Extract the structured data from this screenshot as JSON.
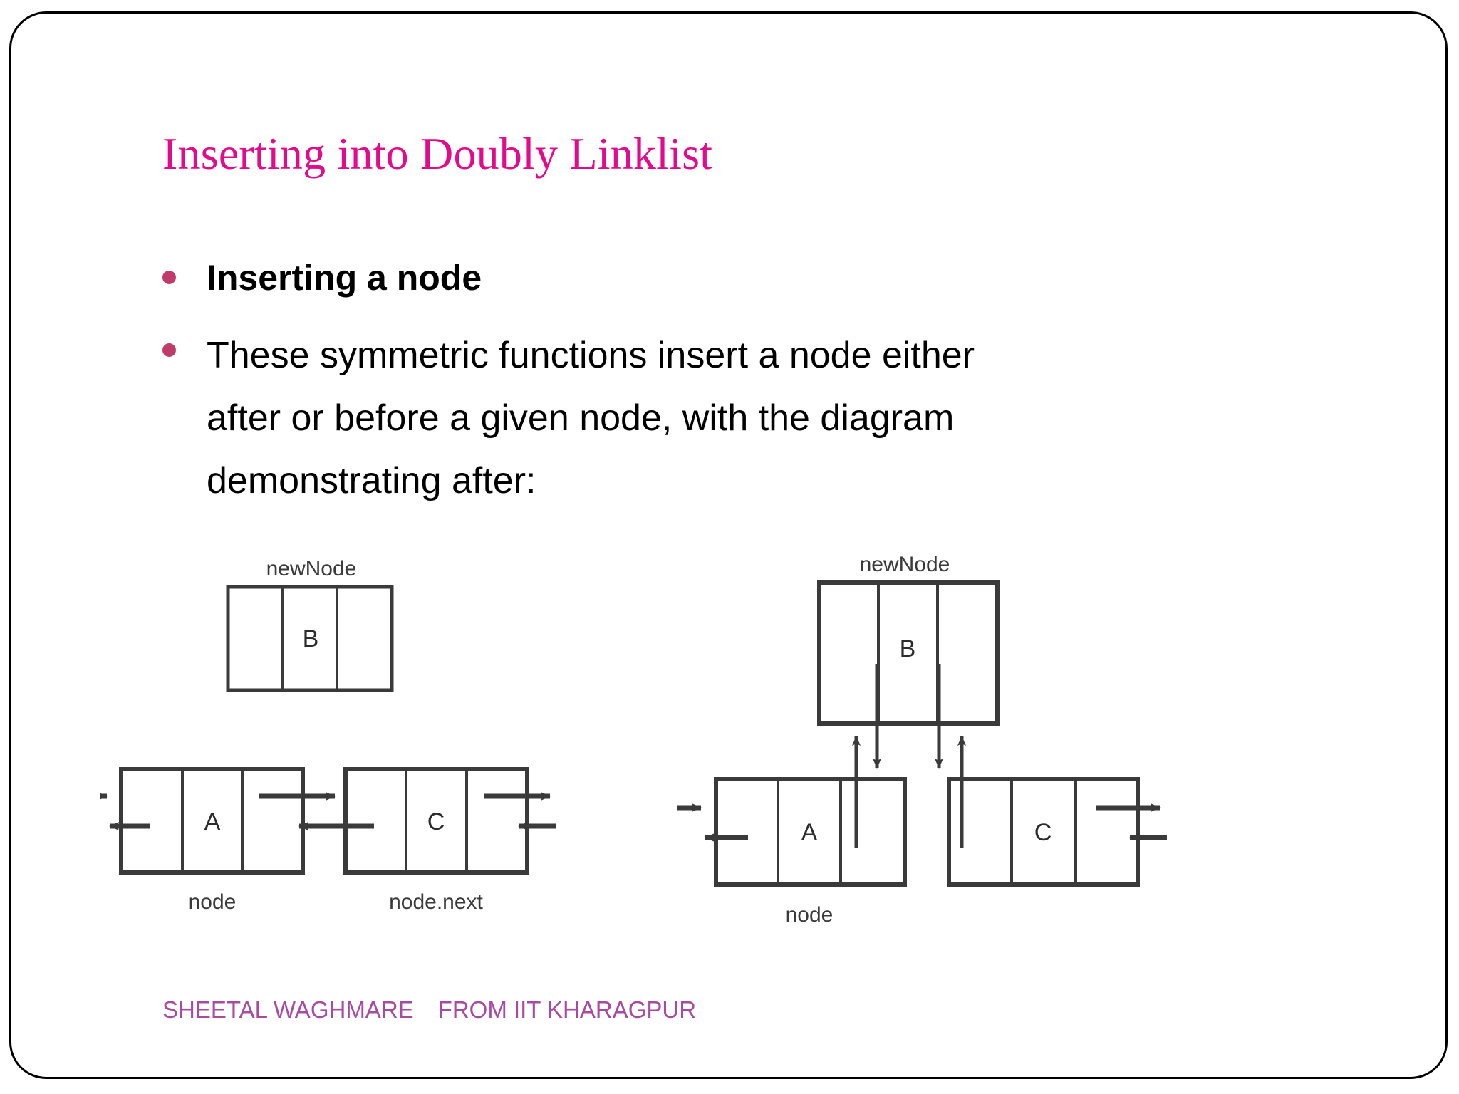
{
  "slide": {
    "title": "Inserting into Doubly Linklist",
    "title_color": "#E20B8C",
    "bullet_color": "#BF3B6C",
    "footer_color": "#A74BA0",
    "border_color": "#000000",
    "background": "#ffffff"
  },
  "bullets": [
    {
      "text": "Inserting a node",
      "bold": true
    },
    {
      "bold": false,
      "lines": [
        "These symmetric functions insert a node either",
        "after or before a given node, with the diagram",
        "demonstrating after:"
      ]
    }
  ],
  "diagram": {
    "left": {
      "newnode_label": "newNode",
      "newnode_value": "B",
      "nodes": [
        {
          "value": "A",
          "label": "node"
        },
        {
          "value": "C",
          "label": "node.next"
        }
      ]
    },
    "right": {
      "newnode_label": "newNode",
      "newnode_value": "B",
      "nodes": [
        {
          "value": "A",
          "label": "node"
        },
        {
          "value": "C",
          "label": ""
        }
      ]
    }
  },
  "footer": {
    "name": "SHEETAL WAGHMARE",
    "org": "FROM IIT KHARAGPUR"
  }
}
